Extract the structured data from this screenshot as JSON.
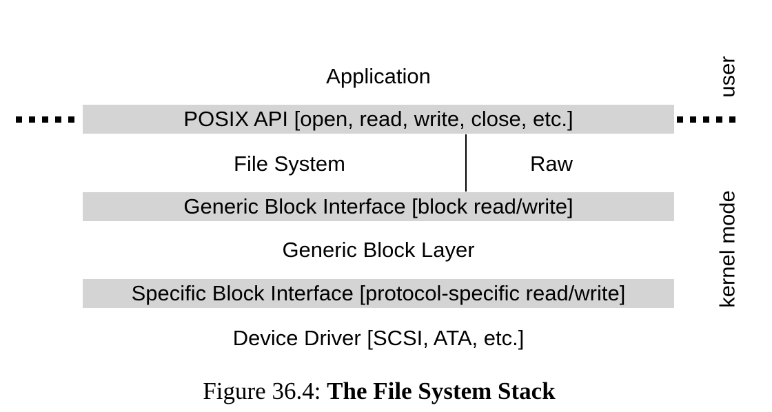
{
  "layers": {
    "application": "Application",
    "posix_api": "POSIX API [open, read, write, close, etc.]",
    "file_system": "File System",
    "raw": "Raw",
    "generic_block_interface": "Generic Block Interface [block read/write]",
    "generic_block_layer": "Generic Block Layer",
    "specific_block_interface": "Specific Block Interface [protocol-specific read/write]",
    "device_driver": "Device Driver [SCSI, ATA, etc.]"
  },
  "side_labels": {
    "user": "user",
    "kernel": "kernel mode"
  },
  "caption": {
    "prefix": "Figure 36.4:",
    "title": "The File System Stack"
  },
  "colors": {
    "band_fill": "#d4d4d4",
    "text": "#000000"
  }
}
